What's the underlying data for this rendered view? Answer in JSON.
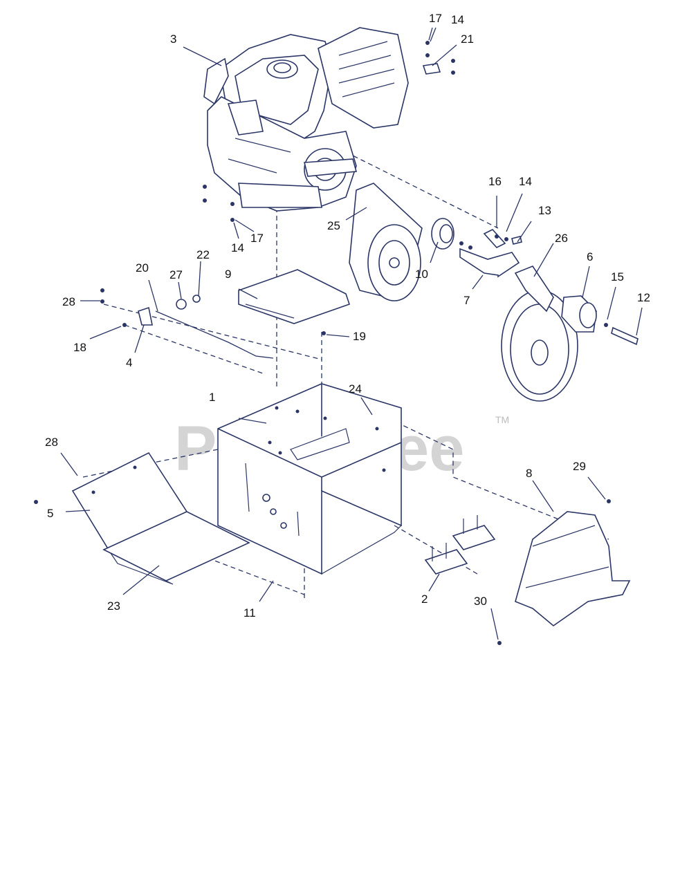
{
  "watermark": {
    "text": "PartsTree",
    "trademark": "TM"
  },
  "callouts": [
    "1",
    "2",
    "3",
    "4",
    "5",
    "6",
    "7",
    "8",
    "9",
    "10",
    "11",
    "12",
    "13",
    "14",
    "15",
    "16",
    "17",
    "18",
    "19",
    "20",
    "21",
    "22",
    "23",
    "24",
    "25",
    "26",
    "27",
    "28",
    "29",
    "30"
  ],
  "colors": {
    "line": "#2a3566",
    "label": "#111111",
    "watermark": "#d4d4d4"
  }
}
